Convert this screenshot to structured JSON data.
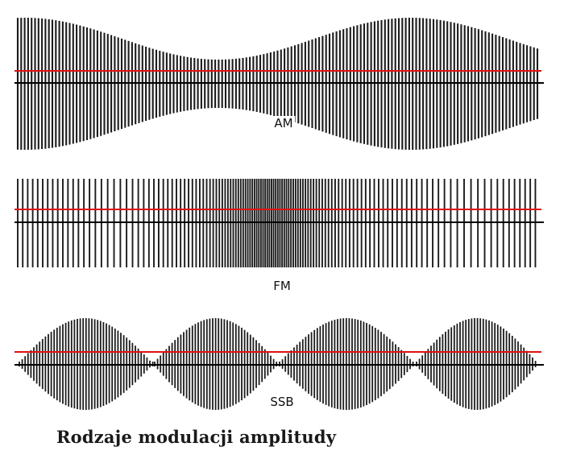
{
  "panels": [
    {
      "id": "am",
      "label": "AM"
    },
    {
      "id": "fm",
      "label": "FM"
    },
    {
      "id": "ssb",
      "label": "SSB"
    }
  ],
  "caption": "Rodzaje modulacji amplitudy",
  "colors": {
    "waveform": "#1c1c1c",
    "red_line": "#e01010",
    "black_line": "#000000",
    "background": "#ffffff"
  }
}
